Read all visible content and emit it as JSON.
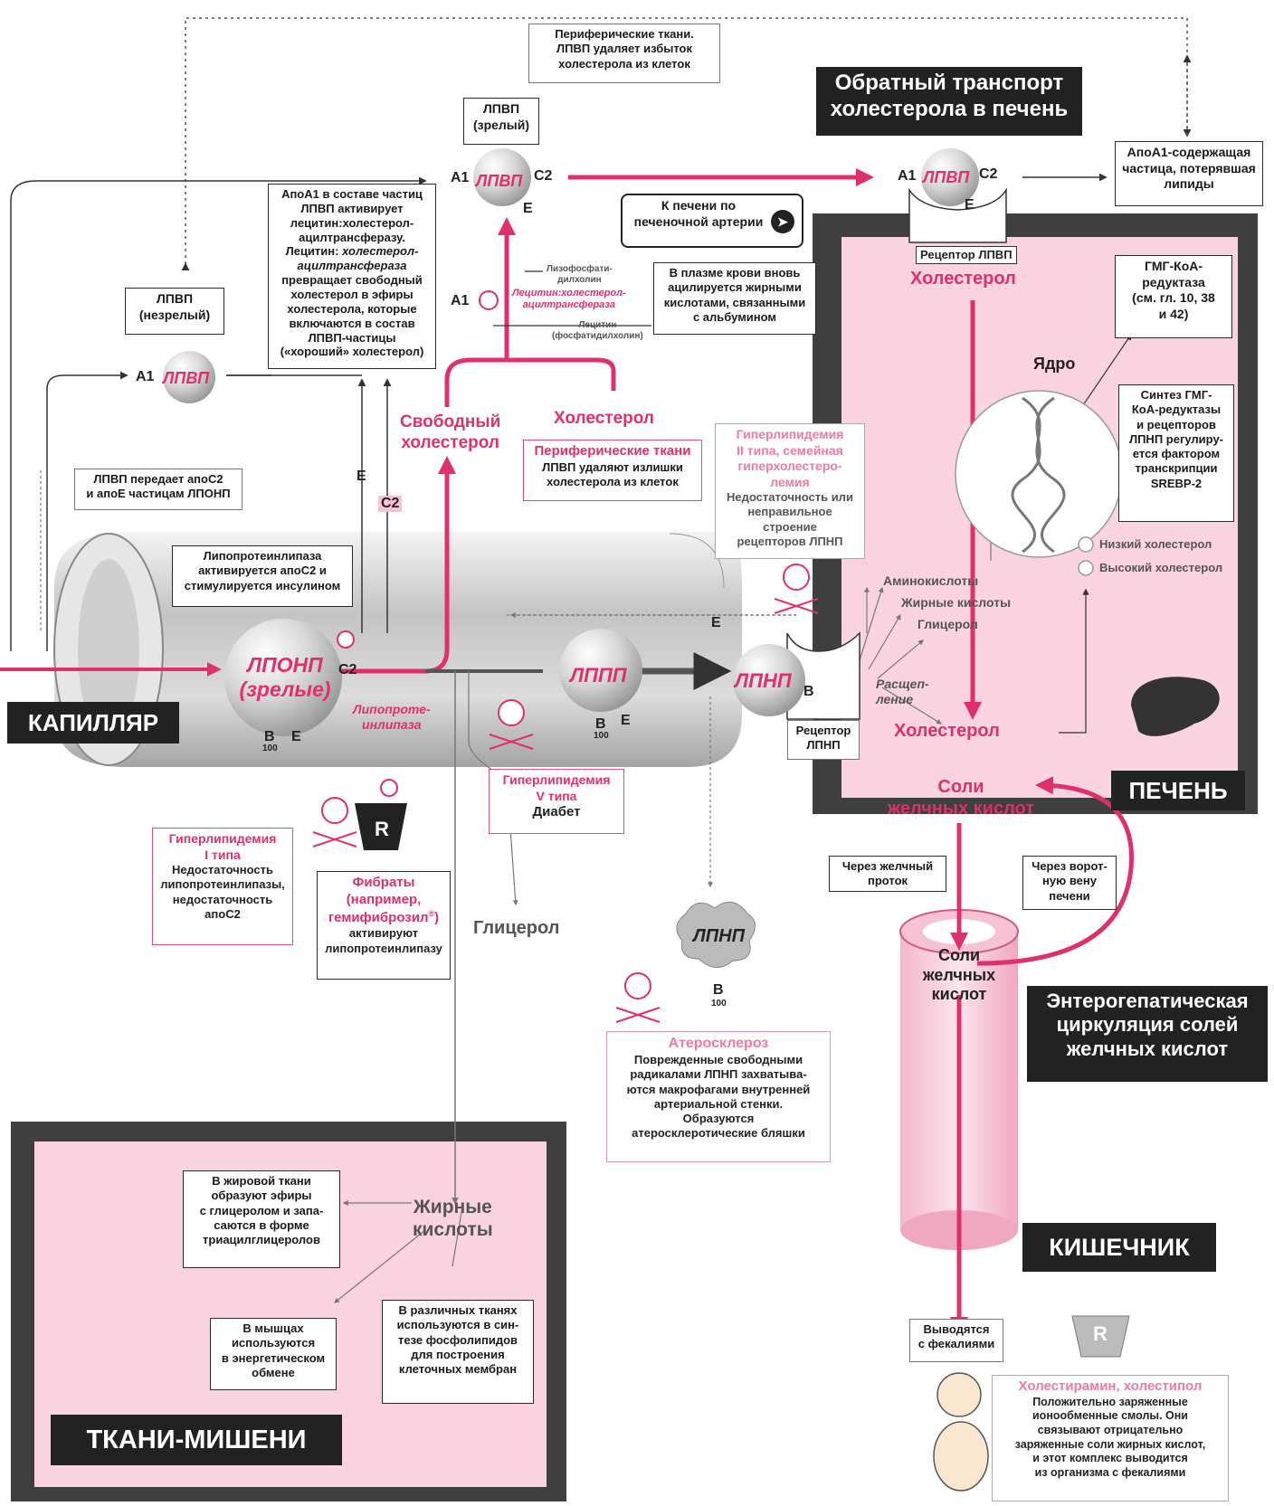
{
  "colors": {
    "accent": "#e0306a",
    "pink_bg": "#f7d6e2",
    "dark_frame": "#3a3a3a",
    "banner": "#222222"
  },
  "top_peripheral": "Периферические ткани.\nЛПВП удаляет избыток\nхолестерола из клеток",
  "reverse_transport": "Обратный транспорт\nхолестерола в печень",
  "hdl_mature": "ЛПВП\n(зрелый)",
  "apoA1_depleted": "АпоА1-содержащая\nчастица, потерявшая\nлипиды",
  "to_liver_artery": "К печени по\nпеченочной артерии",
  "apoA1_box": "АпоА1 в составе частиц ЛПВП активирует лецитин:холестерол-ацилтрансферазу. Лецитин: холестерол-ацилтрансфераза превращает свободный холестерол в эфиры холестерола, которые включаются в состав ЛПВП-частицы («хороший» холестерол)",
  "apoA1_box_parts": {
    "p1": "АпоА1 в составе частиц ЛПВП активирует лецитин:холестерол-ацилтрансферазу. Лецитин:",
    "p2": "холестерол-ацилтрансфераза",
    "p3": "превращает свободный холестерол в эфиры холестерола, которые включаются в состав ЛПВП-частицы («хороший» холестерол)"
  },
  "hdl_immature": "ЛПВП\n(незрелый)",
  "lysophosphatidylcholine": "Лизофосфати-\nдилхолин",
  "lcat": "Лецитин:холестерол-\nацилтрансфераза",
  "lecithin": "Лецитин\n(фосфатидилхолин)",
  "plasma_box": "В плазме крови вновь\nацилируется жирными\nкислотами, связанными\nс альбумином",
  "hdl_receptor": "Рецептор ЛПВП",
  "cholesterol": "Холестерол",
  "hmg_reductase": "ГМГ-КоА-\nредуктаза\n(см. гл. 10, 38\nи 42)",
  "nucleus": "Ядро",
  "synthesis_box": "Синтез ГМГ-\nКоА-редуктазы\nи рецепторов\nЛПНП регулиру-\nется фактором\nтранскрипции\nSREBP-2",
  "low_chol": "Низкий холестерол",
  "high_chol": "Высокий холестерол",
  "free_chol": "Свободный\nхолестерол",
  "cholesterol_top": "Холестерол",
  "peripheral_title": "Периферические ткани",
  "peripheral_body": "ЛПВП удаляют излишки\nхолестерола из клеток",
  "hyper2_title": "Гиперлипидемия\nII типа, семейная\nгиперхолестеро-\nлемия",
  "hyper2_body": "Недостаточность или\nнеправильное строение\nрецепторов ЛПНП",
  "hdl_transfers": "ЛПВП передает апоС2\nи апоЕ частицам ЛПОНП",
  "lpl_box": "Липопротеинлипаза\nактивируется апоС2 и\nстимулируется инсулином",
  "amino": "Аминокислоты",
  "fatty": "Жирные кислоты",
  "glycerol_small": "Глицерол",
  "degradation": "Расщеп-\nление",
  "ldl_receptor": "Рецептор\nЛПНП",
  "cholesterol_liver": "Холестерол",
  "bile_salts_liver": "Соли\nжелчных кислот",
  "capillary": "КАПИЛЛЯР",
  "vldl": "ЛПОНП\n(зрелые)",
  "lpl": "Липопроте-\nинлипаза",
  "idl": "ЛППП",
  "ldl": "ЛПНП",
  "liver": "ПЕЧЕНЬ",
  "hyper5_title": "Гиперлипидемия\nV типа",
  "hyper5_body": "Диабет",
  "hyper1_title": "Гиперлипидемия\nI типа",
  "hyper1_body": "Недостаточность\nлипопротеинлипазы,\nнедостаточность\nапоС2",
  "fibrates_title": "Фибраты\n(например,\nгемифиброзил",
  "fibrates_reg": "®",
  "fibrates_close": ")",
  "fibrates_body": "активируют\nлипопротеинлипазу",
  "glycerol_big": "Глицерол",
  "via_bile_duct": "Через желчный\nпроток",
  "via_portal": "Через ворот-\nную вену\nпечени",
  "bile_salts_int": "Соли\nжелчных\nкислот",
  "enterohepatic": "Энтерогепатическая\nциркуляция солей\nжелчных кислот",
  "ldl_damaged": "ЛПНП",
  "athero_title": "Атеросклероз",
  "athero_body": "Поврежденные свободными\nрадикалами ЛПНП захватыва-\nются макрофагами внутренней\nартериальной стенки.\nОбразуются\nатеросклеротические бляшки",
  "fatty_acids_big": "Жирные\nкислоты",
  "adipose_box": "В жировой ткани\nобразуют эфиры\nс глицеролом и запа-\nсаются в форме\nтриацилглицеролов",
  "muscle_box": "В мышцах\nиспользуются\nв энергетическом\nобмене",
  "tissues_box": "В различных тканях\nиспользуются в син-\nтезе фосфолипидов\nдля построения\nклеточных мембран",
  "target_tissues": "ТКАНИ-МИШЕНИ",
  "intestine": "КИШЕЧНИК",
  "excreted": "Выводятся\nс фекалиями",
  "resin_title": "Холестирамин, холестипол",
  "resin_body": "Положительно заряженные\nионообменные смолы. Они\nсвязывают отрицательно\nзаряженные соли жирных кислот,\nи этот комплекс выводится\nиз организма с фекалиями",
  "labels": {
    "A1": "A1",
    "C2": "C2",
    "E": "E",
    "B": "B",
    "B100": "100",
    "hdl": "ЛПВП",
    "rx": "R"
  }
}
